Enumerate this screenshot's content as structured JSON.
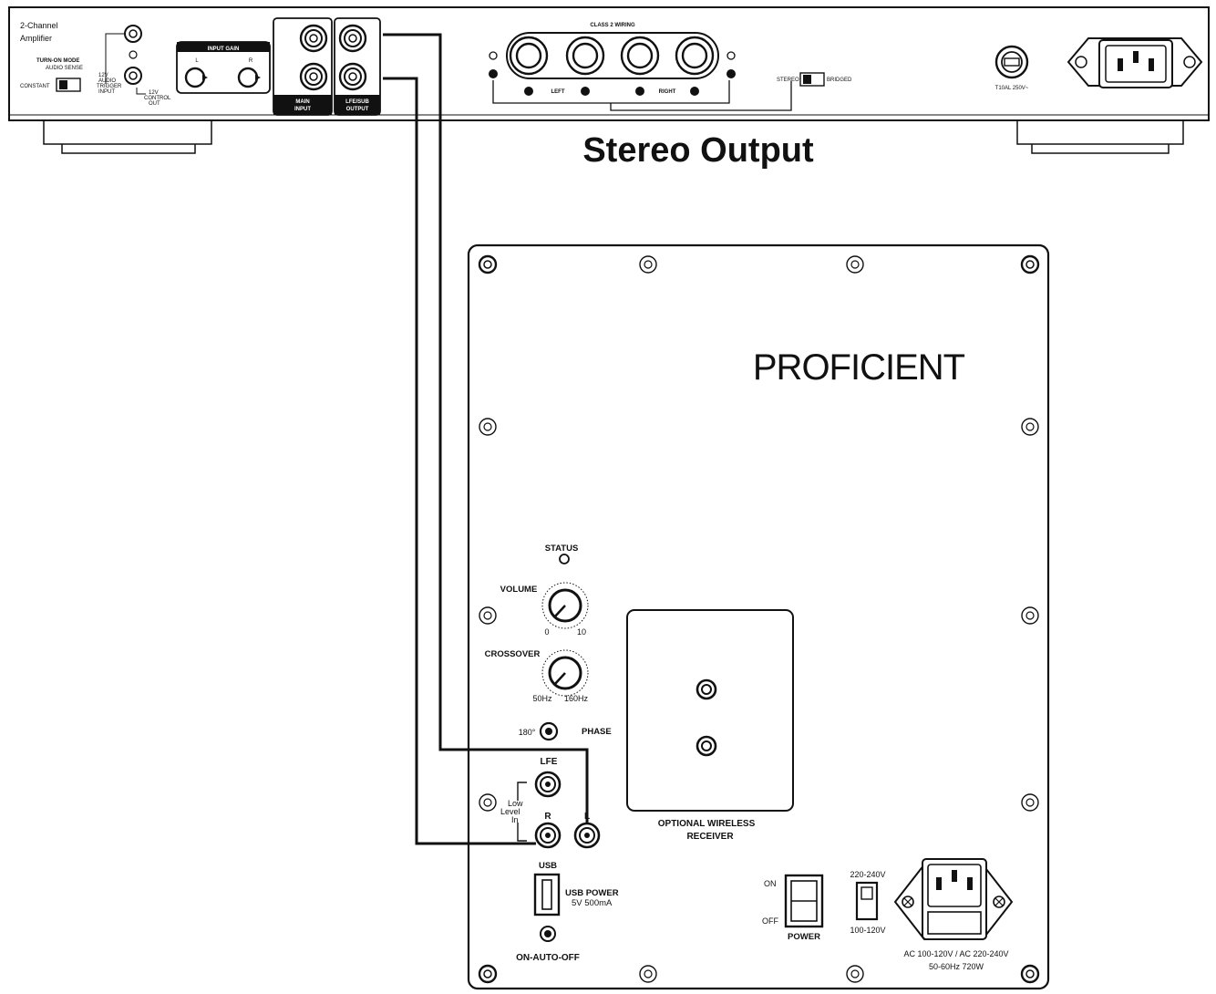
{
  "title": "Stereo Output",
  "amplifier": {
    "name_line1": "2-Channel",
    "name_line2": "Amplifier",
    "turn_on_mode": "TURN-ON MODE",
    "audio_sense": "AUDIO SENSE",
    "constant": "CONSTANT",
    "trigger_lines": [
      "12V",
      "AUDIO",
      "TRIGGER",
      "INPUT"
    ],
    "control_lines": [
      "12V",
      "CONTROL",
      "OUT"
    ],
    "input_gain": "INPUT GAIN",
    "gain_left": "L",
    "gain_right": "R",
    "main_input_lines": [
      "MAIN",
      "INPUT"
    ],
    "lfe_output_lines": [
      "LFE/SUB",
      "OUTPUT"
    ],
    "class2_wiring": "CLASS 2 WIRING",
    "left": "LEFT",
    "right": "RIGHT",
    "stereo": "STEREO",
    "bridged": "BRIDGED",
    "fuse": "T10AL 250V~"
  },
  "subwoofer": {
    "brand": "PROFICIENT",
    "status": "STATUS",
    "volume": "VOLUME",
    "volume_min": "0",
    "volume_max": "10",
    "crossover": "CROSSOVER",
    "crossover_min": "50Hz",
    "crossover_max": "160Hz",
    "phase_value": "180°",
    "phase": "PHASE",
    "lfe": "LFE",
    "low_level_lines": [
      "Low",
      "Level",
      "In"
    ],
    "input_r": "R",
    "input_l": "L",
    "usb": "USB",
    "usb_power_line1": "USB POWER",
    "usb_power_line2": "5V 500mA",
    "on_auto_off": "ON-AUTO-OFF",
    "wireless_line1": "OPTIONAL WIRELESS",
    "wireless_line2": "RECEIVER",
    "on": "ON",
    "off": "OFF",
    "power": "POWER",
    "voltage_high": "220-240V",
    "voltage_low": "100-120V",
    "ac_line1": "AC 100-120V / AC 220-240V",
    "ac_line2": "50-60Hz 720W"
  }
}
